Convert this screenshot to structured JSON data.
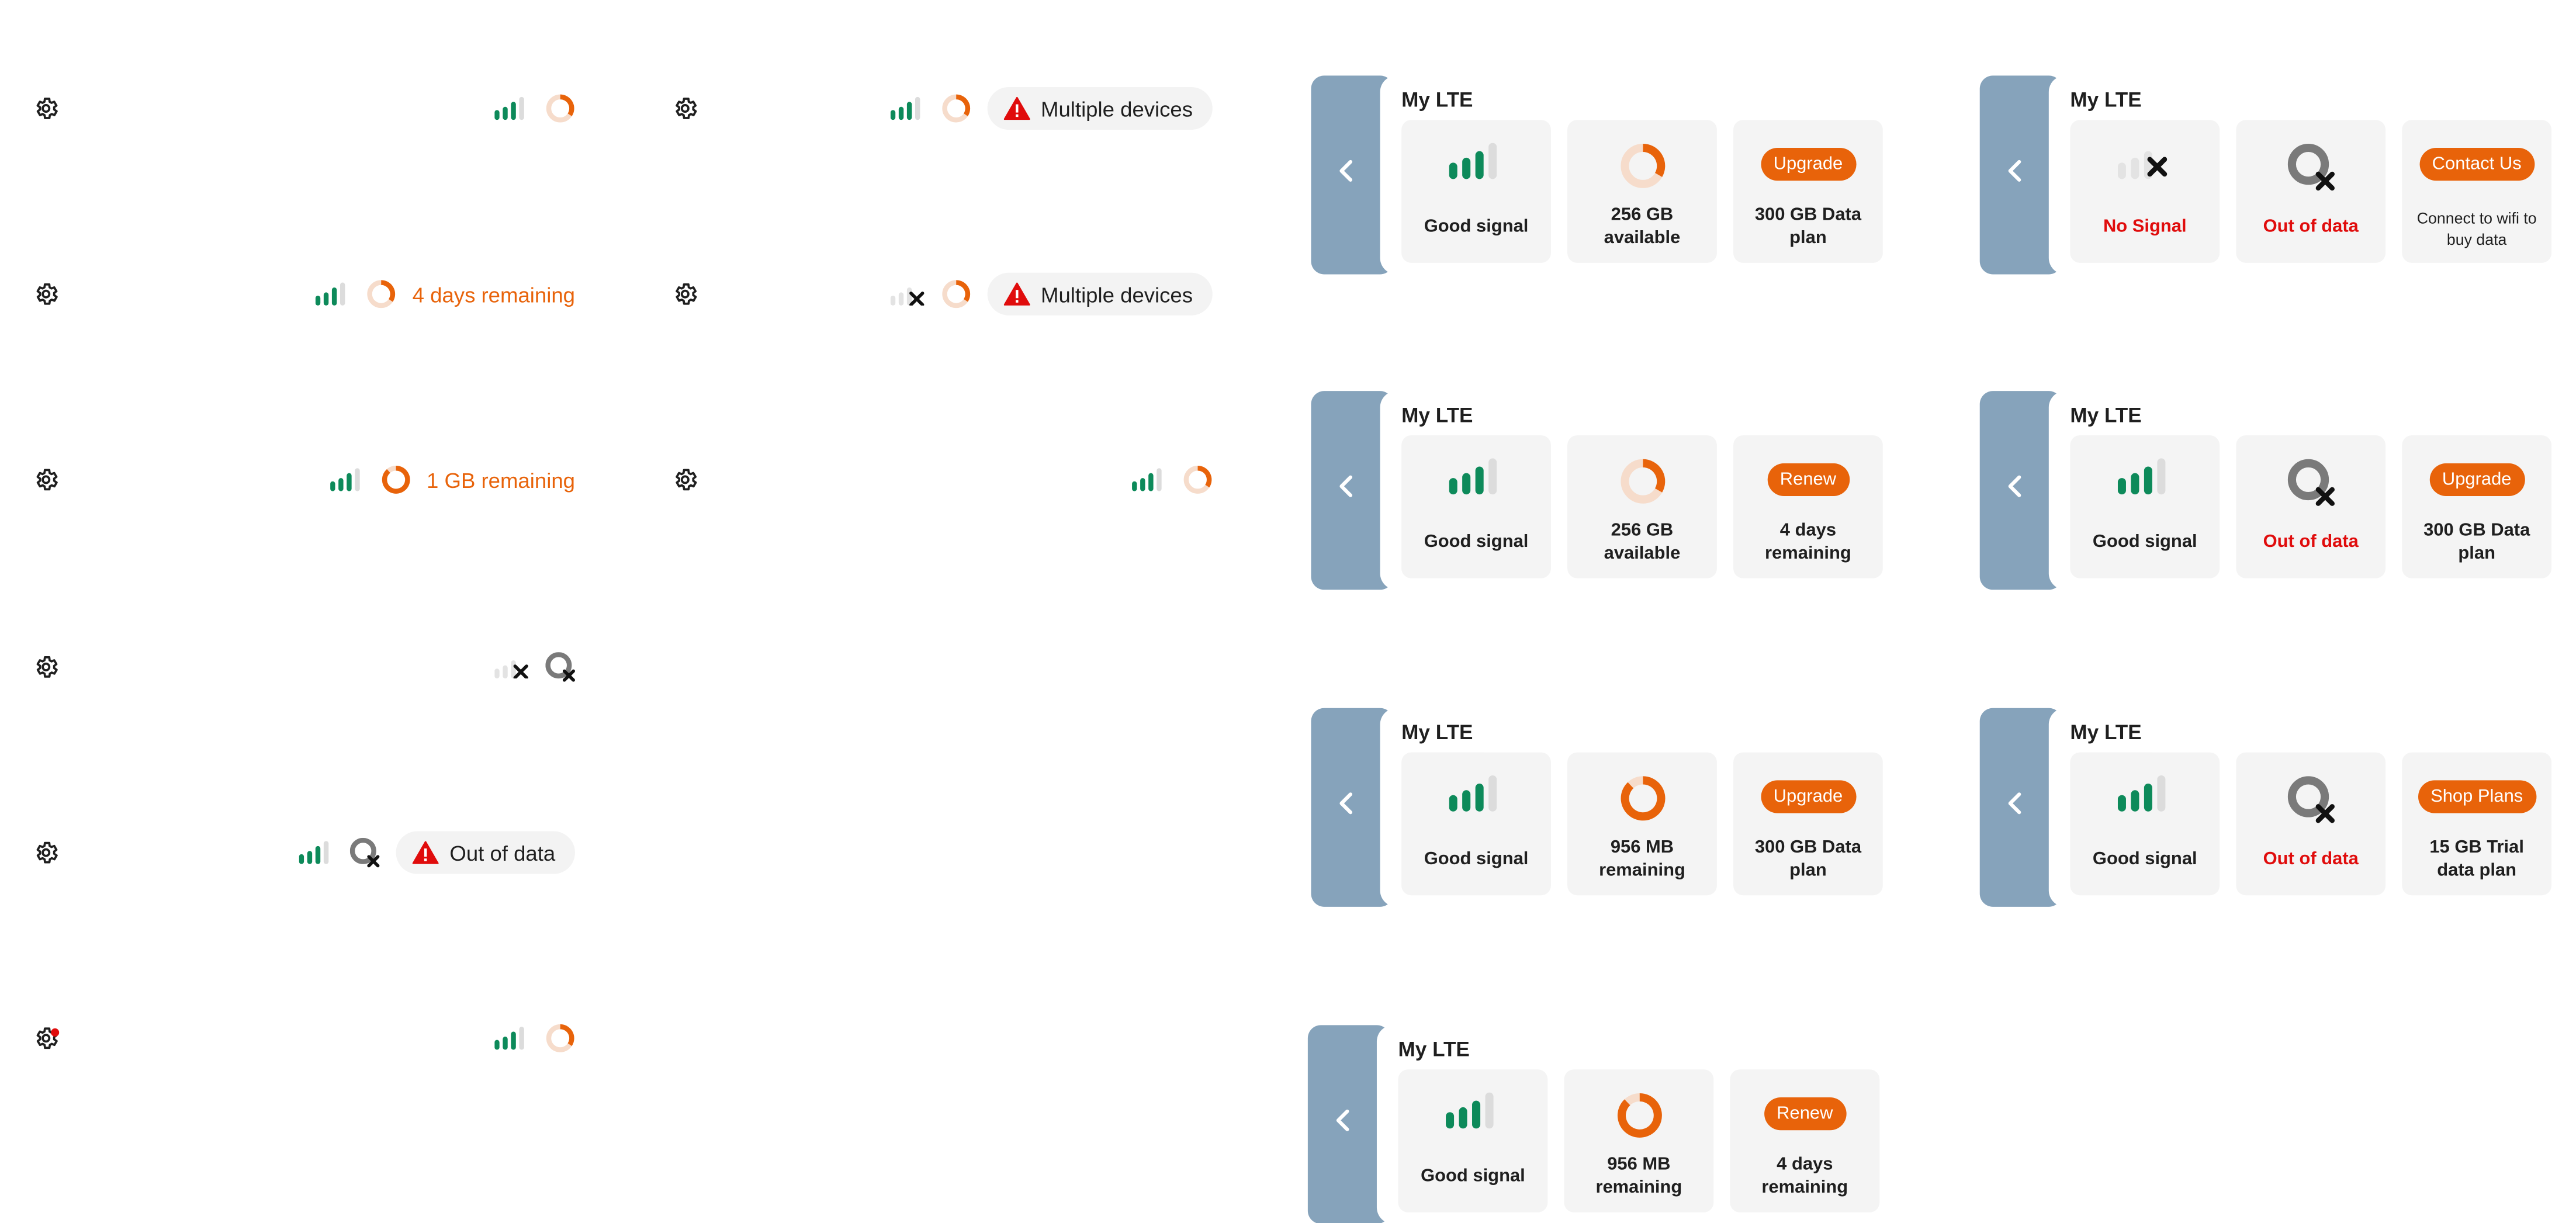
{
  "colors": {
    "green": "#0d8a5a",
    "orange": "#e8630a",
    "red": "#e00c0c",
    "back_panel": "#86a3bb",
    "tile_bg": "#f4f4f4"
  },
  "status_bars": [
    {
      "signal": "good",
      "data_ring": "low",
      "text": "",
      "chip": ""
    },
    {
      "signal": "good",
      "data_ring": "quarter",
      "text": "4 days remaining",
      "chip": ""
    },
    {
      "signal": "good",
      "data_ring": "full",
      "text": "1 GB remaining",
      "chip": ""
    },
    {
      "signal": "none",
      "data_ring": "empty",
      "text": "",
      "chip": ""
    },
    {
      "signal": "good",
      "data_ring": "empty",
      "text": "",
      "chip": "Out of data"
    },
    {
      "signal": "good",
      "data_ring": "low",
      "text": "",
      "chip": "",
      "settings_badge": true
    },
    {
      "signal": "good",
      "data_ring": "low",
      "text": "",
      "chip": "Multiple devices"
    },
    {
      "signal": "none",
      "data_ring": "low",
      "text": "",
      "chip": "Multiple devices"
    },
    {
      "signal": "good",
      "data_ring": "low",
      "text": "",
      "chip": ""
    }
  ],
  "cards": [
    {
      "title": "My LTE",
      "signal_label": "Good signal",
      "data_label": "256 GB available",
      "action_label": "Upgrade",
      "action_text": "300 GB Data plan"
    },
    {
      "title": "My LTE",
      "signal_label": "Good signal",
      "data_label": "256 GB available",
      "action_label": "Renew",
      "action_text": "4 days remaining"
    },
    {
      "title": "My LTE",
      "signal_label": "Good signal",
      "data_label": "956 MB remaining",
      "action_label": "Upgrade",
      "action_text": "300 GB Data plan"
    },
    {
      "title": "My LTE",
      "signal_label": "Good signal",
      "data_label": "956 MB remaining",
      "action_label": "Renew",
      "action_text": "4 days remaining"
    },
    {
      "title": "My LTE",
      "signal_label": "No Signal",
      "data_label": "Out of data",
      "action_label": "Contact Us",
      "action_text": "Connect to wifi to buy data"
    },
    {
      "title": "My LTE",
      "signal_label": "Good signal",
      "data_label": "Out of data",
      "action_label": "Upgrade",
      "action_text": "300 GB Data plan"
    },
    {
      "title": "My LTE",
      "signal_label": "Good signal",
      "data_label": "Out of data",
      "action_label": "Shop Plans",
      "action_text": "15 GB Trial data plan"
    }
  ]
}
